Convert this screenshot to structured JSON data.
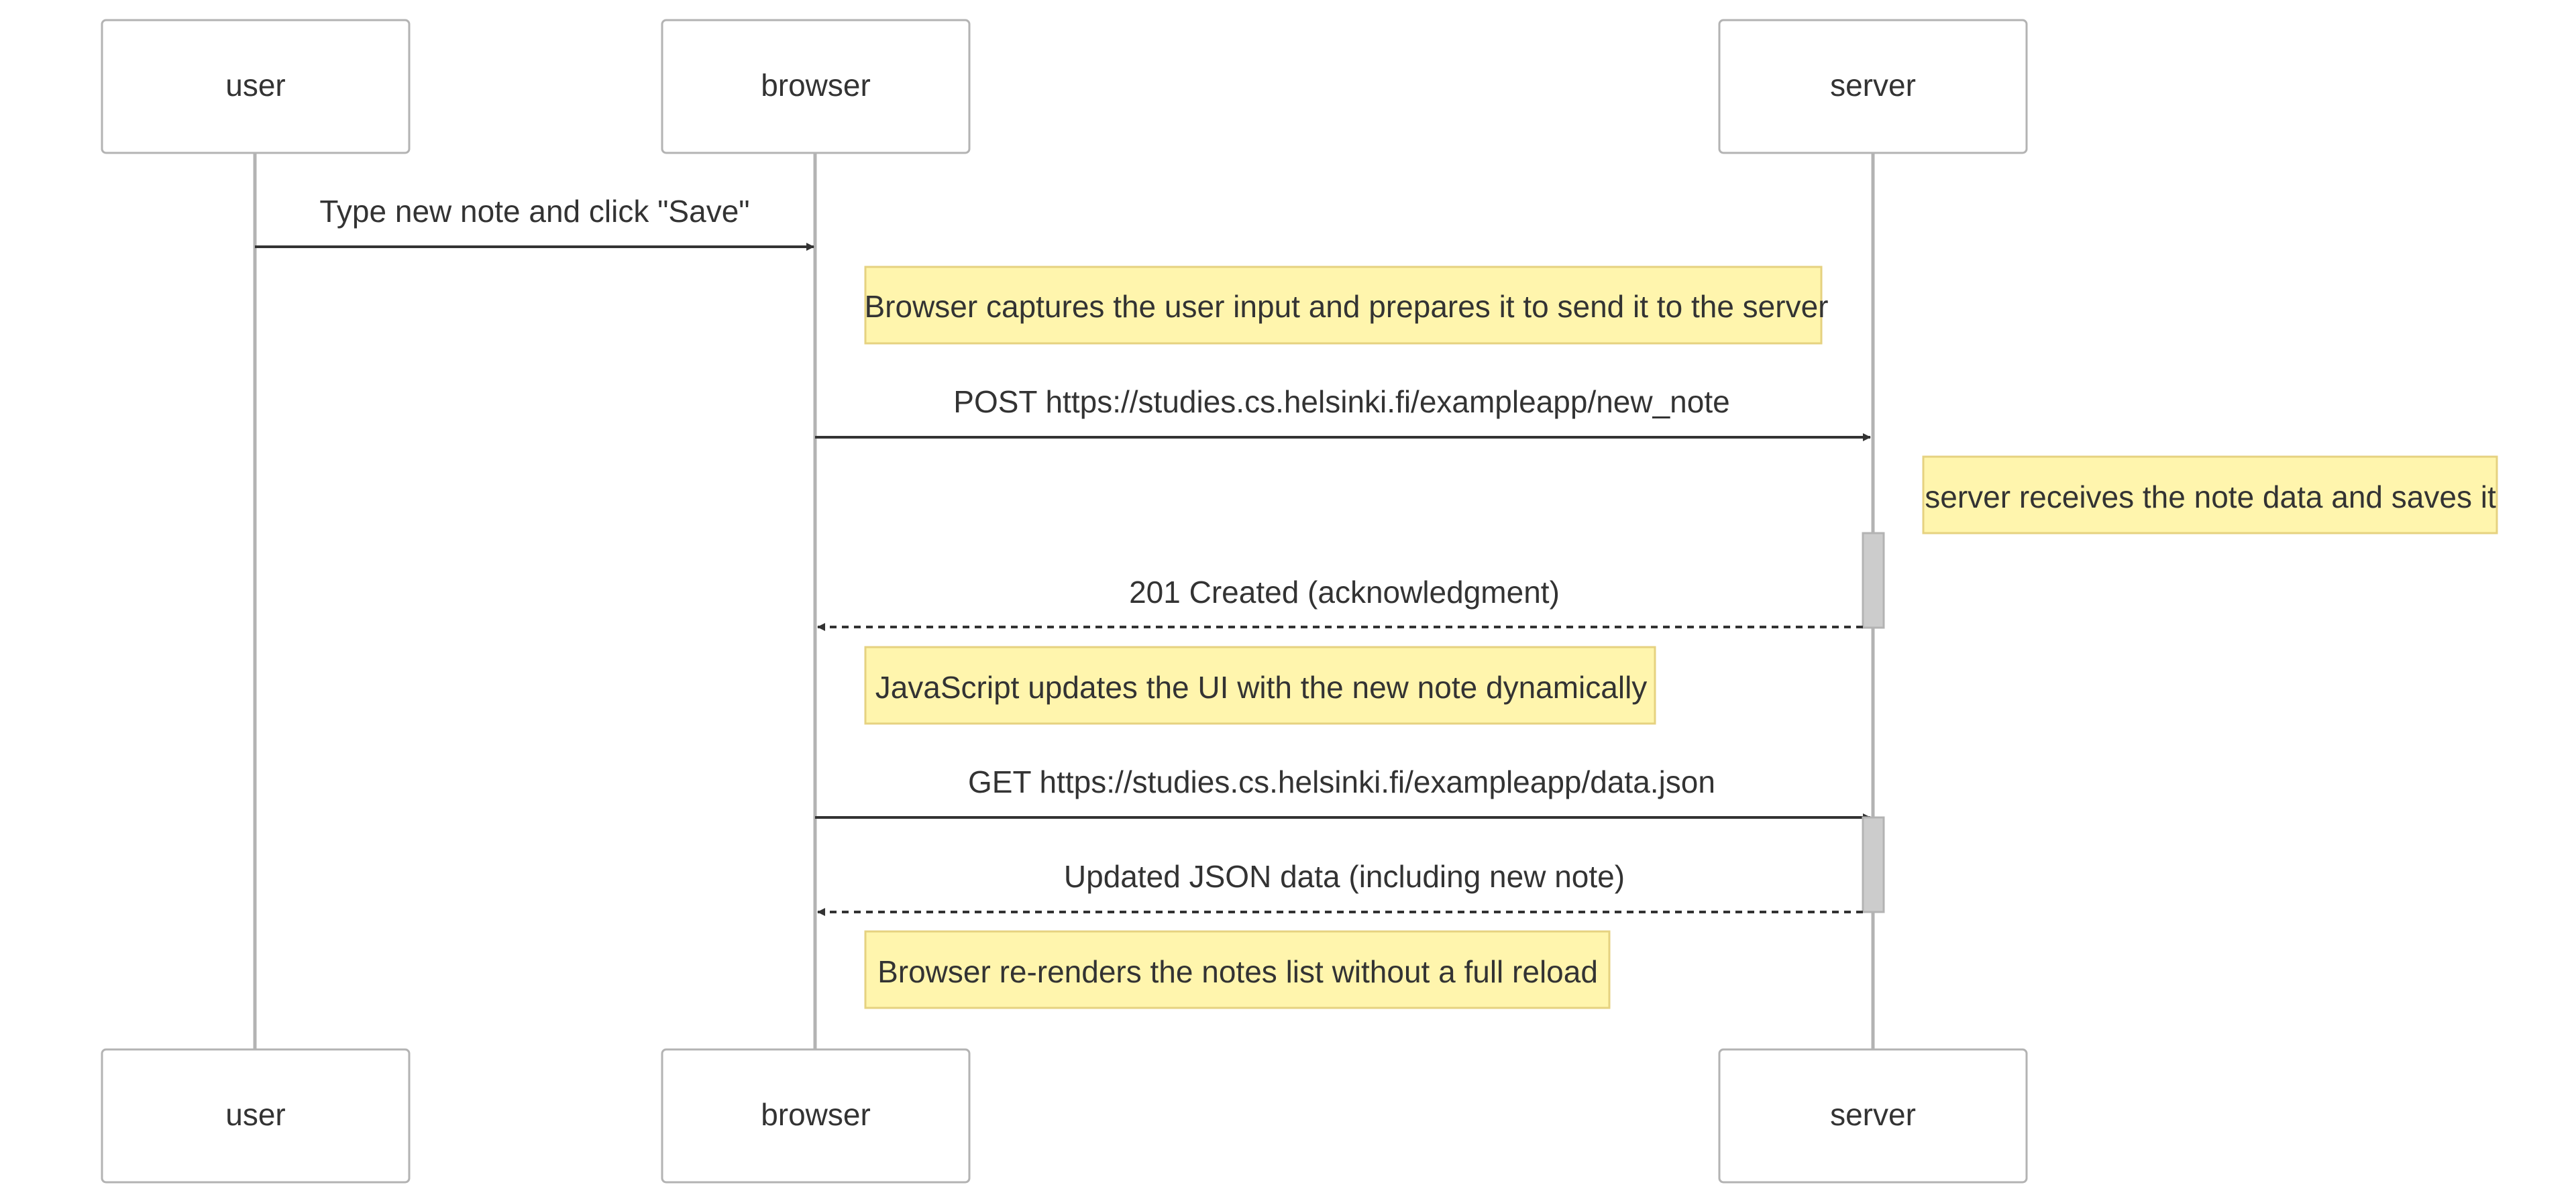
{
  "diagram": {
    "type": "sequence",
    "colors": {
      "lifeline": "#b3b3b3",
      "actor_border": "#b3b3b3",
      "actor_fill": "#ffffff",
      "text": "#333333",
      "arrow": "#333333",
      "note_fill": "#fff5ad",
      "note_border": "#e6d280",
      "activation_fill": "#cccccc",
      "activation_border": "#b3b3b3"
    },
    "actors": [
      {
        "id": "user",
        "label": "user"
      },
      {
        "id": "browser",
        "label": "browser"
      },
      {
        "id": "server",
        "label": "server"
      }
    ],
    "messages": [
      {
        "from": "user",
        "to": "browser",
        "label": "Type new note and click \"Save\"",
        "style": "solid"
      },
      {
        "from": "browser",
        "to": "server",
        "label": "POST https://studies.cs.helsinki.fi/exampleapp/new_note",
        "style": "solid"
      },
      {
        "from": "server",
        "to": "browser",
        "label": "201 Created (acknowledgment)",
        "style": "dashed"
      },
      {
        "from": "browser",
        "to": "server",
        "label": "GET https://studies.cs.helsinki.fi/exampleapp/data.json",
        "style": "solid"
      },
      {
        "from": "server",
        "to": "browser",
        "label": "Updated JSON data (including new note)",
        "style": "dashed"
      }
    ],
    "notes": [
      {
        "over": "browser",
        "text": "Browser captures the user input and prepares it to send it to the server"
      },
      {
        "over": "server",
        "text": "server receives the note data and saves it"
      },
      {
        "over": "browser",
        "text": "JavaScript updates the UI with the new note dynamically"
      },
      {
        "over": "browser",
        "text": "Browser re-renders the notes list without a full reload"
      }
    ],
    "activations": [
      {
        "on": "server"
      },
      {
        "on": "server"
      }
    ]
  }
}
